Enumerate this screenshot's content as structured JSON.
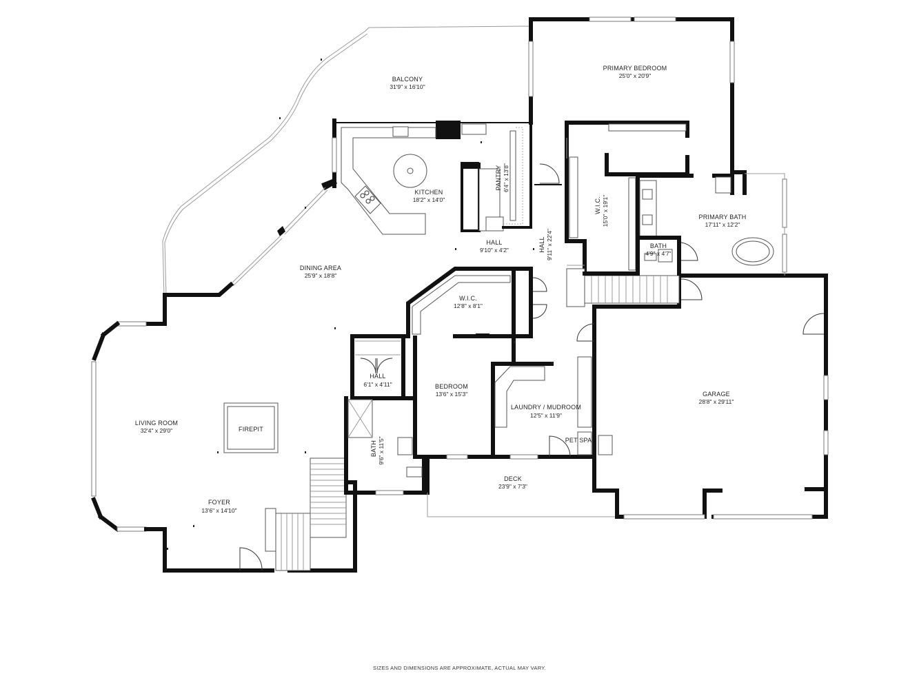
{
  "rooms": {
    "balcony": {
      "name": "BALCONY",
      "dim": "31'9\" x 16'10\""
    },
    "primary_bedroom": {
      "name": "PRIMARY BEDROOM",
      "dim": "25'0\" x 20'9\""
    },
    "kitchen": {
      "name": "KITCHEN",
      "dim": "18'2\" x 14'0\""
    },
    "pantry": {
      "name": "PANTRY",
      "dim": "6'4\" x 13'8\""
    },
    "wic_primary": {
      "name": "W.I.C.",
      "dim": "15'0\" x 19'1\""
    },
    "primary_bath": {
      "name": "PRIMARY BATH",
      "dim": "17'11\" x 12'2\""
    },
    "bath_small": {
      "name": "BATH",
      "dim": "4'9\" x 4'7\""
    },
    "hall_upper": {
      "name": "HALL",
      "dim": "9'10\" x 4'2\""
    },
    "hall_vertical": {
      "name": "HALL",
      "dim": "9'11\" x 22'4\""
    },
    "dining_area": {
      "name": "DINING AREA",
      "dim": "25'9\" x 18'8\""
    },
    "wic_center": {
      "name": "W.I.C.",
      "dim": "12'8\" x 8'1\""
    },
    "hall_small": {
      "name": "HALL",
      "dim": "6'1\" x 4'11\""
    },
    "bedroom": {
      "name": "BEDROOM",
      "dim": "13'6\" x 15'3\""
    },
    "laundry": {
      "name": "LAUNDRY / MUDROOM",
      "dim": "12'5\" x 11'9\""
    },
    "pet_spa": {
      "name": "PET SPA"
    },
    "garage": {
      "name": "GARAGE",
      "dim": "28'8\" x 29'11\""
    },
    "living_room": {
      "name": "LIVING ROOM",
      "dim": "32'4\" x 29'0\""
    },
    "firepit": {
      "name": "FIREPIT"
    },
    "bath_lower": {
      "name": "BATH",
      "dim": "9'6\" x 11'5\""
    },
    "foyer": {
      "name": "FOYER",
      "dim": "13'6\" x 14'10\""
    },
    "deck": {
      "name": "DECK",
      "dim": "23'9\" x 7'3\""
    }
  },
  "disclaimer": "SIZES AND DIMENSIONS ARE APPROXIMATE, ACTUAL MAY VARY."
}
